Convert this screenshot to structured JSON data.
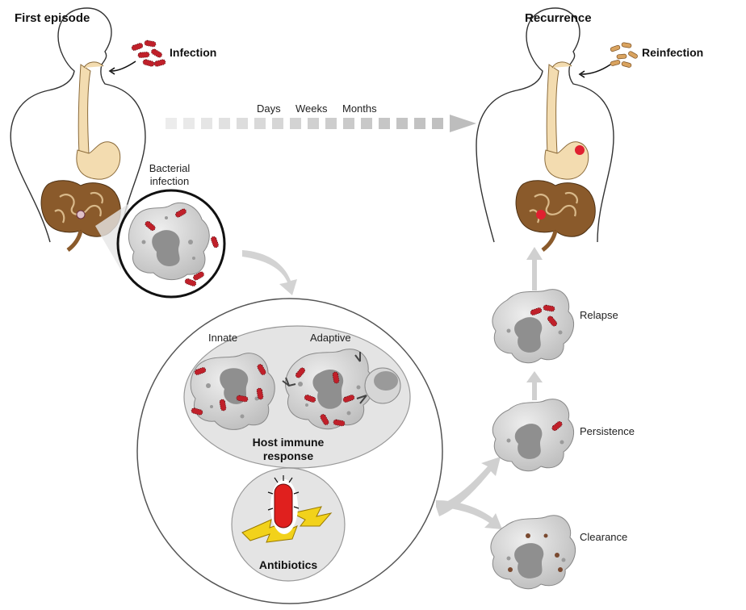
{
  "headings": {
    "first_episode": "First episode",
    "recurrence": "Recurrence"
  },
  "labels": {
    "infection": "Infection",
    "reinfection": "Reinfection",
    "bacterial_infection_line1": "Bacterial",
    "bacterial_infection_line2": "infection",
    "timeline": [
      "Days",
      "Weeks",
      "Months"
    ],
    "innate": "Innate",
    "adaptive": "Adaptive",
    "host_immune_line1": "Host immune",
    "host_immune_line2": "response",
    "antibiotics": "Antibiotics",
    "relapse": "Relapse",
    "persistence": "Persistence",
    "clearance": "Clearance"
  },
  "colors": {
    "bacteria": "#c0202a",
    "reinfection_bacteria": "#d9a35f",
    "esophagus": "#f3dcb0",
    "intestine": "#8a5a2b",
    "cell": "#c9c9c9",
    "nucleus": "#8f8f8f",
    "arrow": "#cfcfcf",
    "lightning": "#f2d21b"
  }
}
